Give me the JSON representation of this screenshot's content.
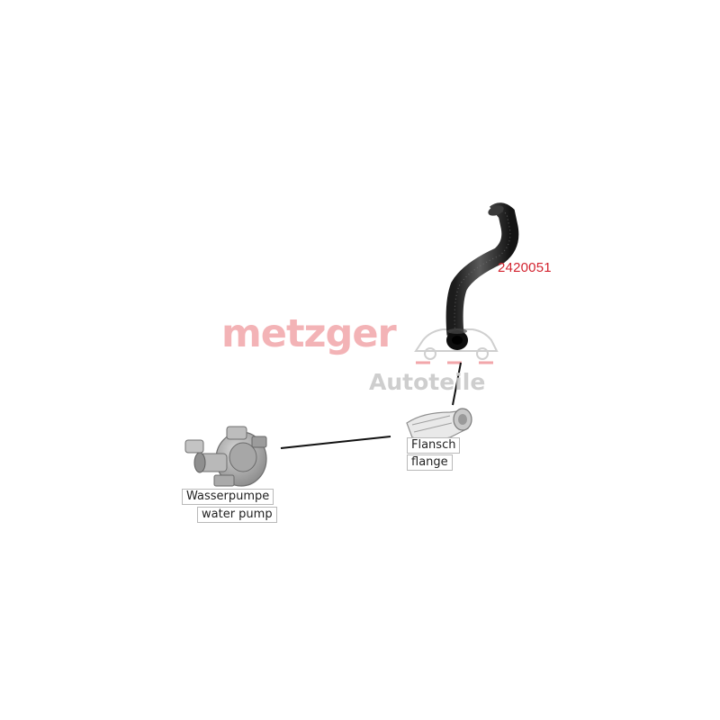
{
  "part_number": "2420051",
  "watermark": {
    "brand": "metzger",
    "sub": "Autoteile",
    "brand_color": "#f2a6aa",
    "sub_color": "#c9c9c9"
  },
  "labels": {
    "flange_de": "Flansch",
    "flange_en": "flange",
    "pump_de": "Wasserpumpe",
    "pump_en": "water pump"
  },
  "colors": {
    "part_number": "#d3232f",
    "hose": "#2a2a2a",
    "line": "#111111"
  }
}
